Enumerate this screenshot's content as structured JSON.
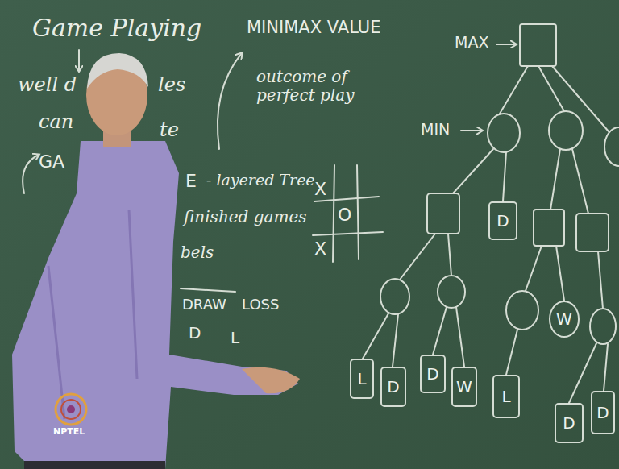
{
  "diagram": {
    "nodes": [
      {
        "text": [
          "D"
        ]
      },
      {
        "text": [
          "W"
        ]
      },
      {
        "text": [
          "L"
        ]
      },
      {
        "text": [
          "D"
        ]
      },
      {
        "text": [
          "D"
        ]
      },
      {
        "text": [
          "W"
        ]
      },
      {
        "text": [
          "L"
        ]
      },
      {
        "text": [
          "D"
        ]
      },
      {
        "text": [
          "D"
        ]
      }
    ],
    "labels": [
      "Game Playing",
      "well d",
      "les",
      "can",
      "te",
      "GA",
      "E",
      "- layered Tree",
      "finished games",
      "bels",
      "DRAW",
      "LOSS",
      "D",
      "L",
      "MINIMAX VALUE",
      "outcome of perfect play",
      "X",
      "O",
      "X",
      "MAX",
      "MIN",
      "NPTEL"
    ]
  }
}
